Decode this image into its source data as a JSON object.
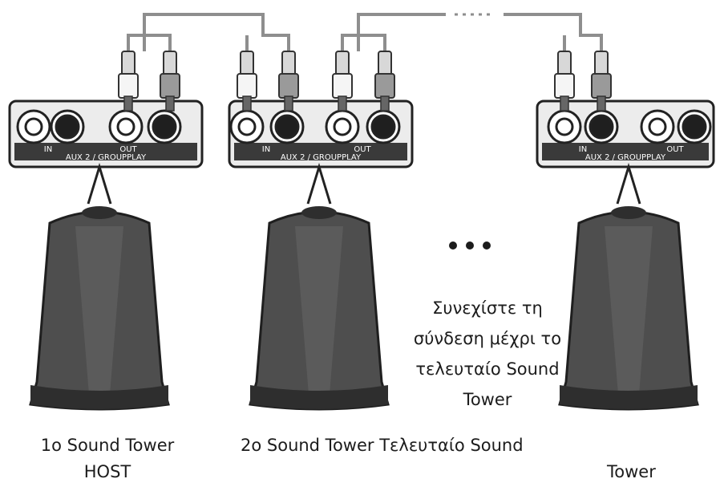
{
  "diagram": {
    "towers": [
      {
        "name": "1o Sound Tower",
        "role": "HOST"
      },
      {
        "name": "2o Sound Tower"
      },
      {
        "name": "Τελευταίο Sound Tower"
      }
    ],
    "last_tower_label_line1": "Τελευταίο Sound",
    "last_tower_label_line2": "Tower",
    "continue_note": "Συνεχίστε τη σύνδεση μέχρι το τελευταίο Sound Tower",
    "continue_note_lines": [
      "Συνεχίστε τη",
      "σύνδεση μέχρι το",
      "τελευταίο Sound",
      "Tower"
    ],
    "panel": {
      "in_label": "IN",
      "out_label": "OUT",
      "aux_label": "AUX 2 / GROUPPLAY"
    },
    "colors": {
      "line": "#8e8e8e",
      "panel_bg": "#ececec",
      "panel_stroke": "#222222",
      "tower_body": "#4e4e4e",
      "tower_dark": "#2e2e2e",
      "plug_white": "#f5f5f5",
      "plug_grey": "#9a9a9a"
    }
  }
}
